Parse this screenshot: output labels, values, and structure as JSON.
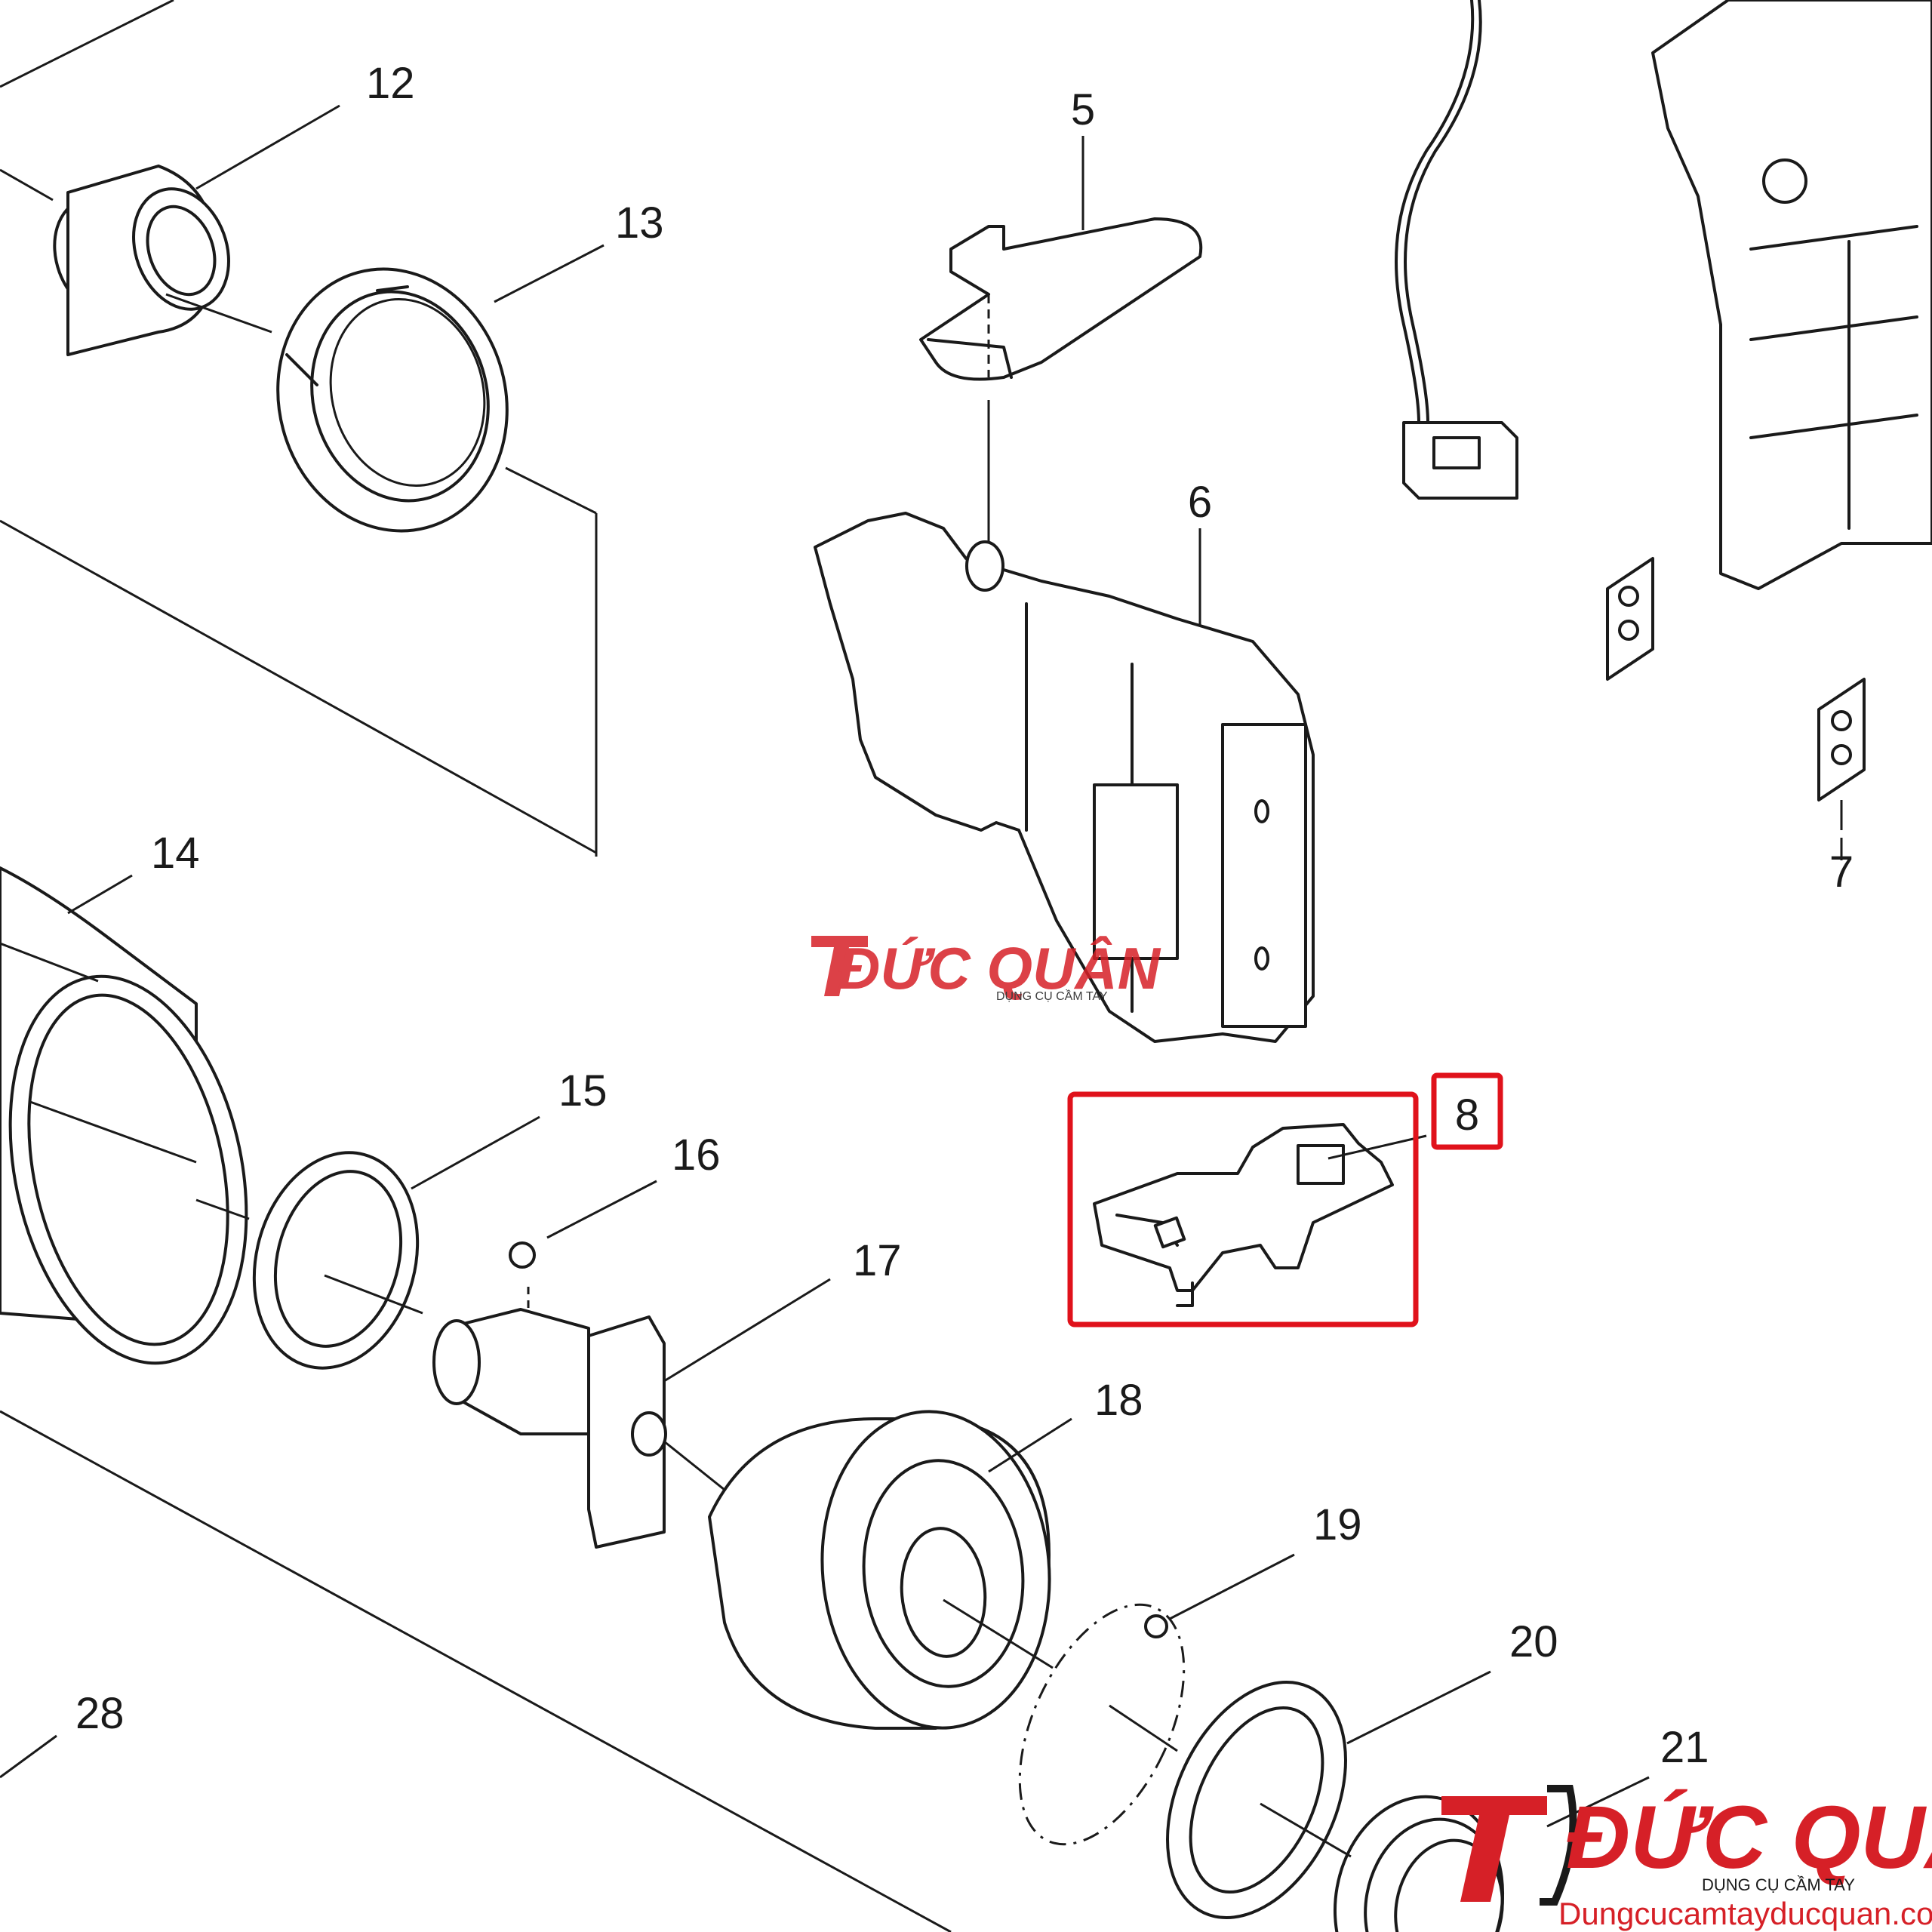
{
  "parts": {
    "p5": "5",
    "p6": "6",
    "p7": "7",
    "p8": "8",
    "p12": "12",
    "p13": "13",
    "p14": "14",
    "p15": "15",
    "p16": "16",
    "p17": "17",
    "p18": "18",
    "p19": "19",
    "p20": "20",
    "p21": "21",
    "p28": "28"
  },
  "highlight": {
    "part": "8",
    "color": "#e0121b"
  },
  "watermark_center": {
    "brand": "ĐỨC QUÂN",
    "tagline": "DỤNG CỤ CẦM TAY",
    "color": "#d62027"
  },
  "watermark_corner": {
    "brand": "ĐỨC QUÂN",
    "tagline": "DỤNG CỤ CẦM TAY",
    "url": "Dungcucamtayducquan.com",
    "color": "#d62027"
  }
}
